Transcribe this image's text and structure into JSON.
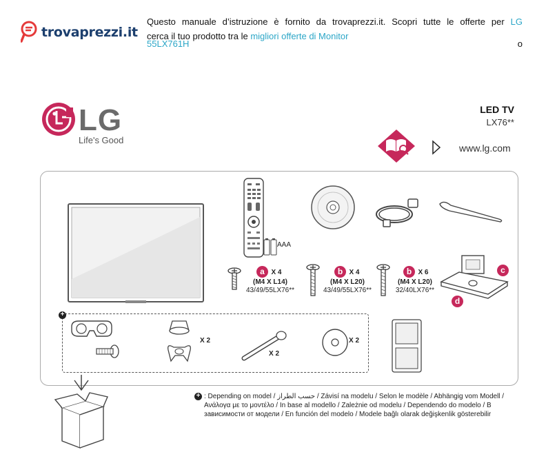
{
  "header": {
    "site_name": "trovaprezzi.it",
    "line1_prefix": "Questo manuale d’istruzione è fornito da trovaprezzi.it. Scopri tutte le offerte per ",
    "line1_link": "LG 55LX761H",
    "line1_suffix": " o",
    "line2_prefix": "cerca il tuo prodotto tra le ",
    "line2_link": "migliori offerte di Monitor"
  },
  "brand": {
    "name": "LG",
    "tagline": "Life's Good",
    "logo_color": "#c6285b"
  },
  "product": {
    "title": "LED TV",
    "model": "LX76**",
    "website": "www.lg.com"
  },
  "accessories": {
    "batteries_label": "AAA",
    "screw_a": {
      "letter": "a",
      "count": "X 4",
      "spec": "(M4 X L14)",
      "models": "43/49/55LX76**"
    },
    "screw_b1": {
      "letter": "b",
      "count": "X 4",
      "spec": "(M4 X L20)",
      "models": "43/49/55LX76**"
    },
    "screw_b2": {
      "letter": "b",
      "count": "X 6",
      "spec": "(M4 X L20)",
      "models": "32/40LX76**"
    },
    "stand_c": "c",
    "stand_d": "d",
    "optional": {
      "nut_count": "X 2",
      "bolt_count": "X 2",
      "washer_count": "X 2"
    }
  },
  "note": {
    "text": ": Depending on model / حسب الطراز / Závisí na modelu / Selon le modèle / Abhängig vom Modell / Ανάλογα με το μοντέλο / In base al modello / Zależnie od modelu / Dependendo do modelo / В зависимости от модели / En función del modelo / Modele bağlı olarak değişkenlik gösterebilir"
  },
  "colors": {
    "accent": "#c6285b",
    "link": "#2ba6c7",
    "trovaprezzi": "#1c3f6e"
  }
}
